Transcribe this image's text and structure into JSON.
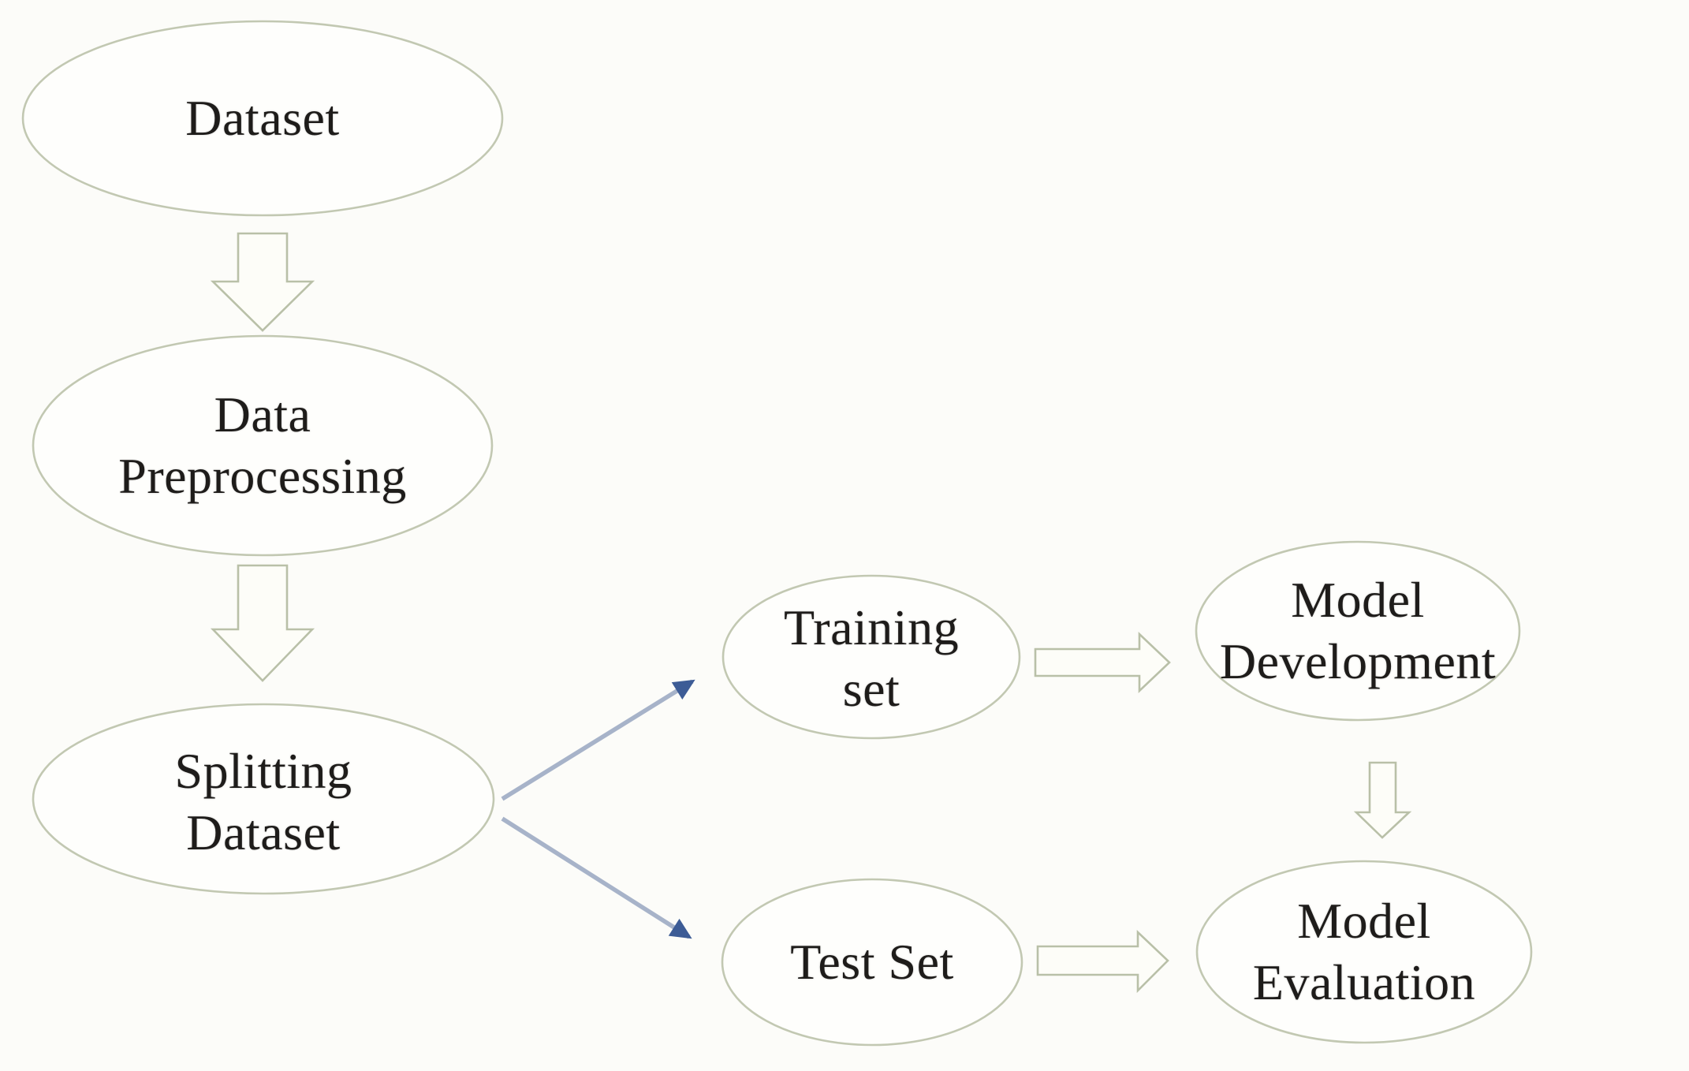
{
  "diagram": {
    "title": "Machine learning workflow flowchart",
    "colors": {
      "bg": "#fcfcf9",
      "node-fill": "#fefefc",
      "ellipse-stroke": "#c2c8b2",
      "block-fill": "#fdfdf8",
      "block-stroke": "#b9c0a8",
      "conn-line": "#a7b3c9",
      "conn-head": "#3d5c96",
      "text": "#1e1c1a"
    },
    "nodes": [
      {
        "id": "dataset",
        "shape": "ellipse",
        "lines": [
          "Dataset"
        ]
      },
      {
        "id": "data-preprocessing",
        "shape": "ellipse",
        "lines": [
          "Data",
          "Preprocessing"
        ]
      },
      {
        "id": "splitting-dataset",
        "shape": "ellipse",
        "lines": [
          "Splitting",
          "Dataset"
        ]
      },
      {
        "id": "training-set",
        "shape": "ellipse",
        "lines": [
          "Training",
          "set"
        ]
      },
      {
        "id": "test-set",
        "shape": "ellipse",
        "lines": [
          "Test Set"
        ]
      },
      {
        "id": "model-development",
        "shape": "ellipse",
        "lines": [
          "Model",
          "Development"
        ]
      },
      {
        "id": "model-evaluation",
        "shape": "ellipse",
        "lines": [
          "Model",
          "Evaluation"
        ]
      }
    ],
    "edges": [
      {
        "from": "dataset",
        "to": "data-preprocessing",
        "style": "outlined-block-arrow",
        "direction": "down"
      },
      {
        "from": "data-preprocessing",
        "to": "splitting-dataset",
        "style": "outlined-block-arrow",
        "direction": "down"
      },
      {
        "from": "splitting-dataset",
        "to": "training-set",
        "style": "thin-blue-arrow",
        "direction": "up-right"
      },
      {
        "from": "splitting-dataset",
        "to": "test-set",
        "style": "thin-blue-arrow",
        "direction": "down-right"
      },
      {
        "from": "training-set",
        "to": "model-development",
        "style": "outlined-block-arrow",
        "direction": "right"
      },
      {
        "from": "model-development",
        "to": "model-evaluation",
        "style": "outlined-block-arrow",
        "direction": "down"
      },
      {
        "from": "test-set",
        "to": "model-evaluation",
        "style": "outlined-block-arrow",
        "direction": "right"
      }
    ]
  }
}
